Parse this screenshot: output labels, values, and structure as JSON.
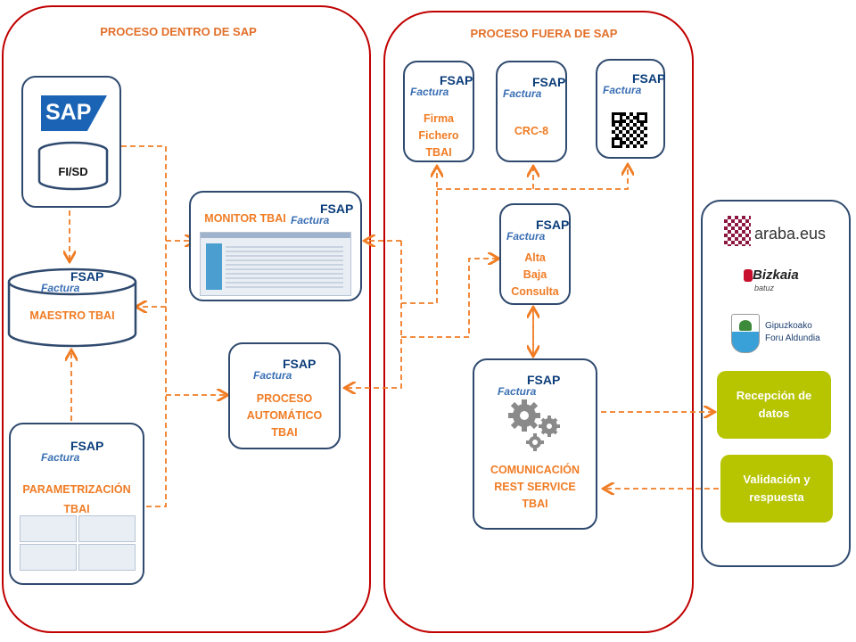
{
  "regions": {
    "inside_title": "PROCESO DENTRO DE SAP",
    "outside_title": "PROCESO FUERA DE SAP"
  },
  "sap": {
    "logo_text": "SAP",
    "db_label": "FI/SD"
  },
  "logo": {
    "factura": "Factura",
    "fsap": "FSAP"
  },
  "maestro": {
    "label": "MAESTRO TBAI"
  },
  "monitor": {
    "label": "MONITOR TBAI"
  },
  "proceso": {
    "line1": "PROCESO",
    "line2": "AUTOMÁTICO",
    "line3": "TBAI"
  },
  "param": {
    "line1": "PARAMETRIZACIÓN",
    "line2": "TBAI"
  },
  "firma": {
    "line1": "Firma",
    "line2": "Fichero",
    "line3": "TBAI"
  },
  "crc": {
    "label": "CRC-8"
  },
  "alta": {
    "line1": "Alta",
    "line2": "Baja",
    "line3": "Consulta"
  },
  "comunicacion": {
    "line1": "COMUNICACIÓN",
    "line2": "REST SERVICE",
    "line3": "TBAI"
  },
  "haciendas": {
    "araba": "araba.eus",
    "bizkaia": "Bizkaia",
    "bizkaia_sub": "batuz",
    "gipuzkoa_line1": "Gipuzkoako",
    "gipuzkoa_line2": "Foru Aldundia"
  },
  "recepcion": {
    "line1": "Recepción de",
    "line2": "datos"
  },
  "validacion": {
    "line1": "Validación y",
    "line2": "respuesta"
  },
  "colors": {
    "region_border": "#c00000",
    "card_border": "#2f4a6e",
    "accent": "#f07c24",
    "green": "#b7c400"
  }
}
